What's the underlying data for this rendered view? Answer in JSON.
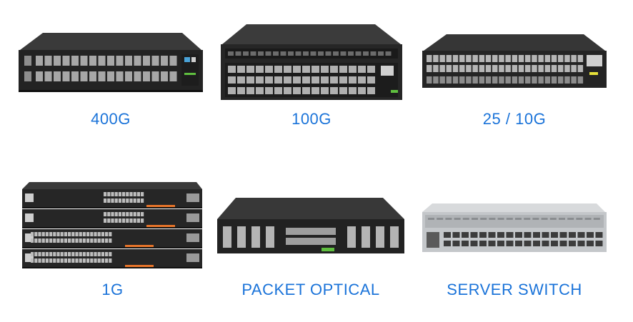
{
  "products": [
    {
      "id": "400g",
      "label": "400G",
      "icon": "switch-400g-icon"
    },
    {
      "id": "100g",
      "label": "100G",
      "icon": "switch-100g-icon"
    },
    {
      "id": "25-10g",
      "label": "25 / 10G",
      "icon": "switch-25-10g-icon"
    },
    {
      "id": "1g",
      "label": "1G",
      "icon": "switch-1g-icon"
    },
    {
      "id": "packet-optical",
      "label": "PACKET OPTICAL",
      "icon": "packet-optical-icon"
    },
    {
      "id": "server-switch",
      "label": "SERVER SWITCH",
      "icon": "server-switch-icon"
    }
  ],
  "colors": {
    "label": "#1a73d9",
    "chassis": "#2b2b2b",
    "port": "#9a9a9a",
    "accent_orange": "#e8752a",
    "server_silver": "#c9ccce"
  }
}
